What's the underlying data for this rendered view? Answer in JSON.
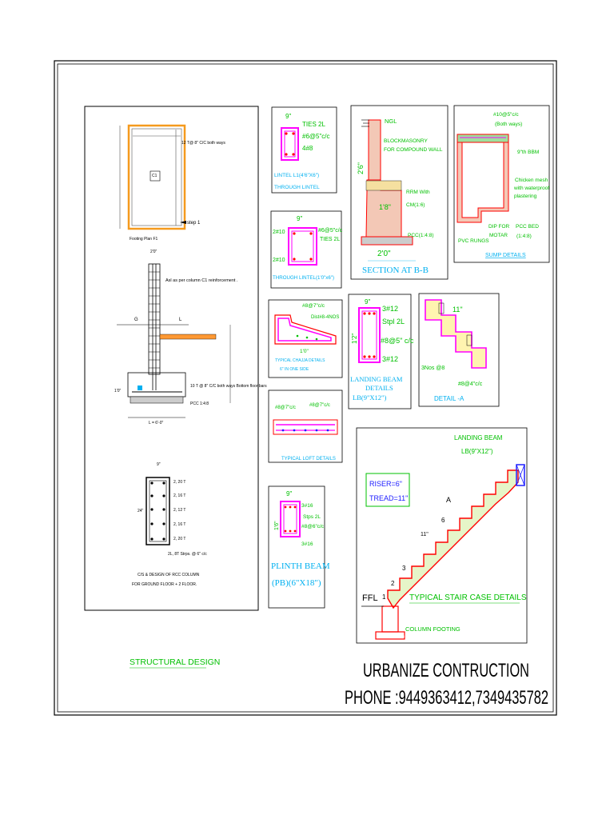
{
  "title_block": {
    "company": "URBANIZE CONTRUCTION",
    "phone": "PHONE :9449363412,7349435782",
    "drawing_title": "STRUCTURAL DESIGN"
  },
  "footing_panel": {
    "plan_note": "12 T@ 8\" C/C both ways",
    "column_tag": "C1",
    "plan_caption": "Footing Plan  F1",
    "step_label": "step 1",
    "column_note": "Asl as per column C1 reinforcement .",
    "level_left": "G",
    "level_right": "L",
    "bars_note": "10 T @ 8\" C/C both ways\nBottom floor bars",
    "pcc_note": "PCC 1:4:8",
    "width_label": "L = 6'-0\"",
    "dim_left": "1'0\"",
    "dim_top": "2'0\"",
    "section_caption": "C/S & DESIGN OF    RCC COLUMN",
    "section_caption2": "FOR GROUND  FLOOR + 2 FLOOR.",
    "col_bars": [
      "2, 20 T",
      "2, 16 T",
      "2, 12 T",
      "2, 16 T",
      "2, 20 T"
    ],
    "col_stirrups": "2L, 8T Strps. @ 6\" c/c",
    "col_width": "9\"",
    "col_depth": "24\""
  },
  "lintel": {
    "dim": "9\"",
    "ties": "TIES 2L",
    "stirrup": "#6@5\"c/c",
    "bars": "4#8",
    "caption": "LINTEL  L1(4'6\"X6\")",
    "caption2": "THROUGH LINTEL"
  },
  "through_lintel": {
    "dim": "9\"",
    "top_bars": "2#10",
    "stirrup": "#6@5\"c/c",
    "ties": "TIES 2L",
    "bottom_bars": "2#10",
    "caption": "THROUGH LINTEL(1'0\"x6\")"
  },
  "chajja": {
    "top": "#8@7\"c/c",
    "dist": "Dist#8-4NOS",
    "dim": "1'0\"",
    "caption": "TYPICAL CHAJJA DETAILS",
    "caption2": "6\" IN ONE SIDE"
  },
  "landing_beam": {
    "dim": "9\"",
    "top": "3#12",
    "stirrup1": "Stpl 2L",
    "stirrup2": "#8@5\" c/c",
    "bottom": "3#12",
    "depth": "1'2\"",
    "caption": "LANDING  BEAM",
    "caption2": "DETAILS",
    "caption3": "LB(9\"X12\")"
  },
  "loft": {
    "left": "#8@7\"c/c",
    "right": "#8@7\"c/c",
    "caption": "TYPICAL LOFT DETAILS"
  },
  "plinth": {
    "dim": "9\"",
    "top": "3#16",
    "stirrup": "Stps 2L",
    "stirrup2": "#8@6\"c/c",
    "bottom": "3#16",
    "depth": "1'6\"",
    "caption": "PLINTH  BEAM",
    "caption2": "(PB)(6\"X18\")"
  },
  "section_bb": {
    "ngl": "NGL",
    "block": "BLOCKMASONRY",
    "block2": "FOR COMPOUND WALL",
    "rrm": "RRM With",
    "cm": "CM(1:6)",
    "pcc": "PCC(1:4:8)",
    "dim_w": "1'8\"",
    "dim_base": "2'0\"",
    "dim_h": "2'6\"",
    "caption": "SECTION  AT  B-B"
  },
  "sump": {
    "top": "#10@5\"c/c",
    "top2": "(Both ways)",
    "bbm": "9\"th BBM",
    "mesh": "Chicken mesh",
    "mesh2": "with waterproof",
    "mesh3": "plastering",
    "dip": "DIP FOR",
    "dip2": "MOTAR",
    "pcc": "PCC BED",
    "pcc2": "(1:4:8)",
    "rungs": "PVC RUNGS",
    "caption": "SUMP DETAILS"
  },
  "detail_a": {
    "dim": "11\"",
    "bars": "3Nos @8",
    "stirrup": "#8@4\"c/c",
    "caption": "DETAIL  -A"
  },
  "stair": {
    "landing": "LANDING BEAM",
    "landing2": "LB(9\"X12\")",
    "riser": "RISER=6\"",
    "tread": "TREAD=11\"",
    "marker_a": "A",
    "steps": [
      "1",
      "2",
      "3",
      "6"
    ],
    "tread_dim": "11\"",
    "ffl": "FFL",
    "title": "TYPICAL STAIR CASE DETAILS",
    "footing": "COLUMN FOOTING",
    "footing_tag": "COLUMN FOOTING"
  },
  "colors": {
    "green": "#00c000",
    "cyan": "#00b0f0",
    "magenta": "#ff00ff",
    "red": "#ff0000",
    "orange": "#ff9900",
    "yellow": "#e6c800",
    "blue": "#2020ff"
  }
}
